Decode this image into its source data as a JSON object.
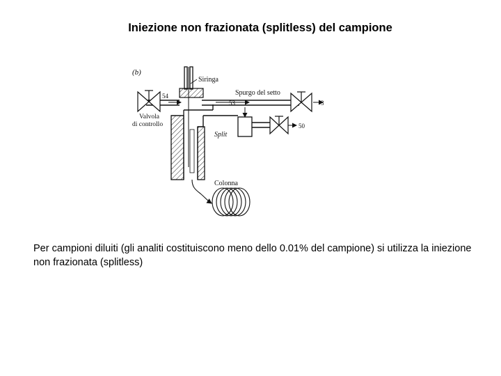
{
  "slide": {
    "title": "Iniezione non frazionata (splitless) del campione",
    "body": "Per campioni diluiti (gli analiti costituiscono meno dello 0.01% del campione) si utilizza la iniezione non frazionata (splitless)"
  },
  "diagram": {
    "panel_label": "(b)",
    "labels": {
      "siringa": "Siringa",
      "spurgo": "Spurgo del setto",
      "valvola_line1": "Valvola",
      "valvola_line2": "di controllo",
      "split": "Split",
      "colonna": "Colonna",
      "flow_54": "54",
      "flow_53": "53",
      "flow_3": "3",
      "flow_50": "50"
    }
  }
}
